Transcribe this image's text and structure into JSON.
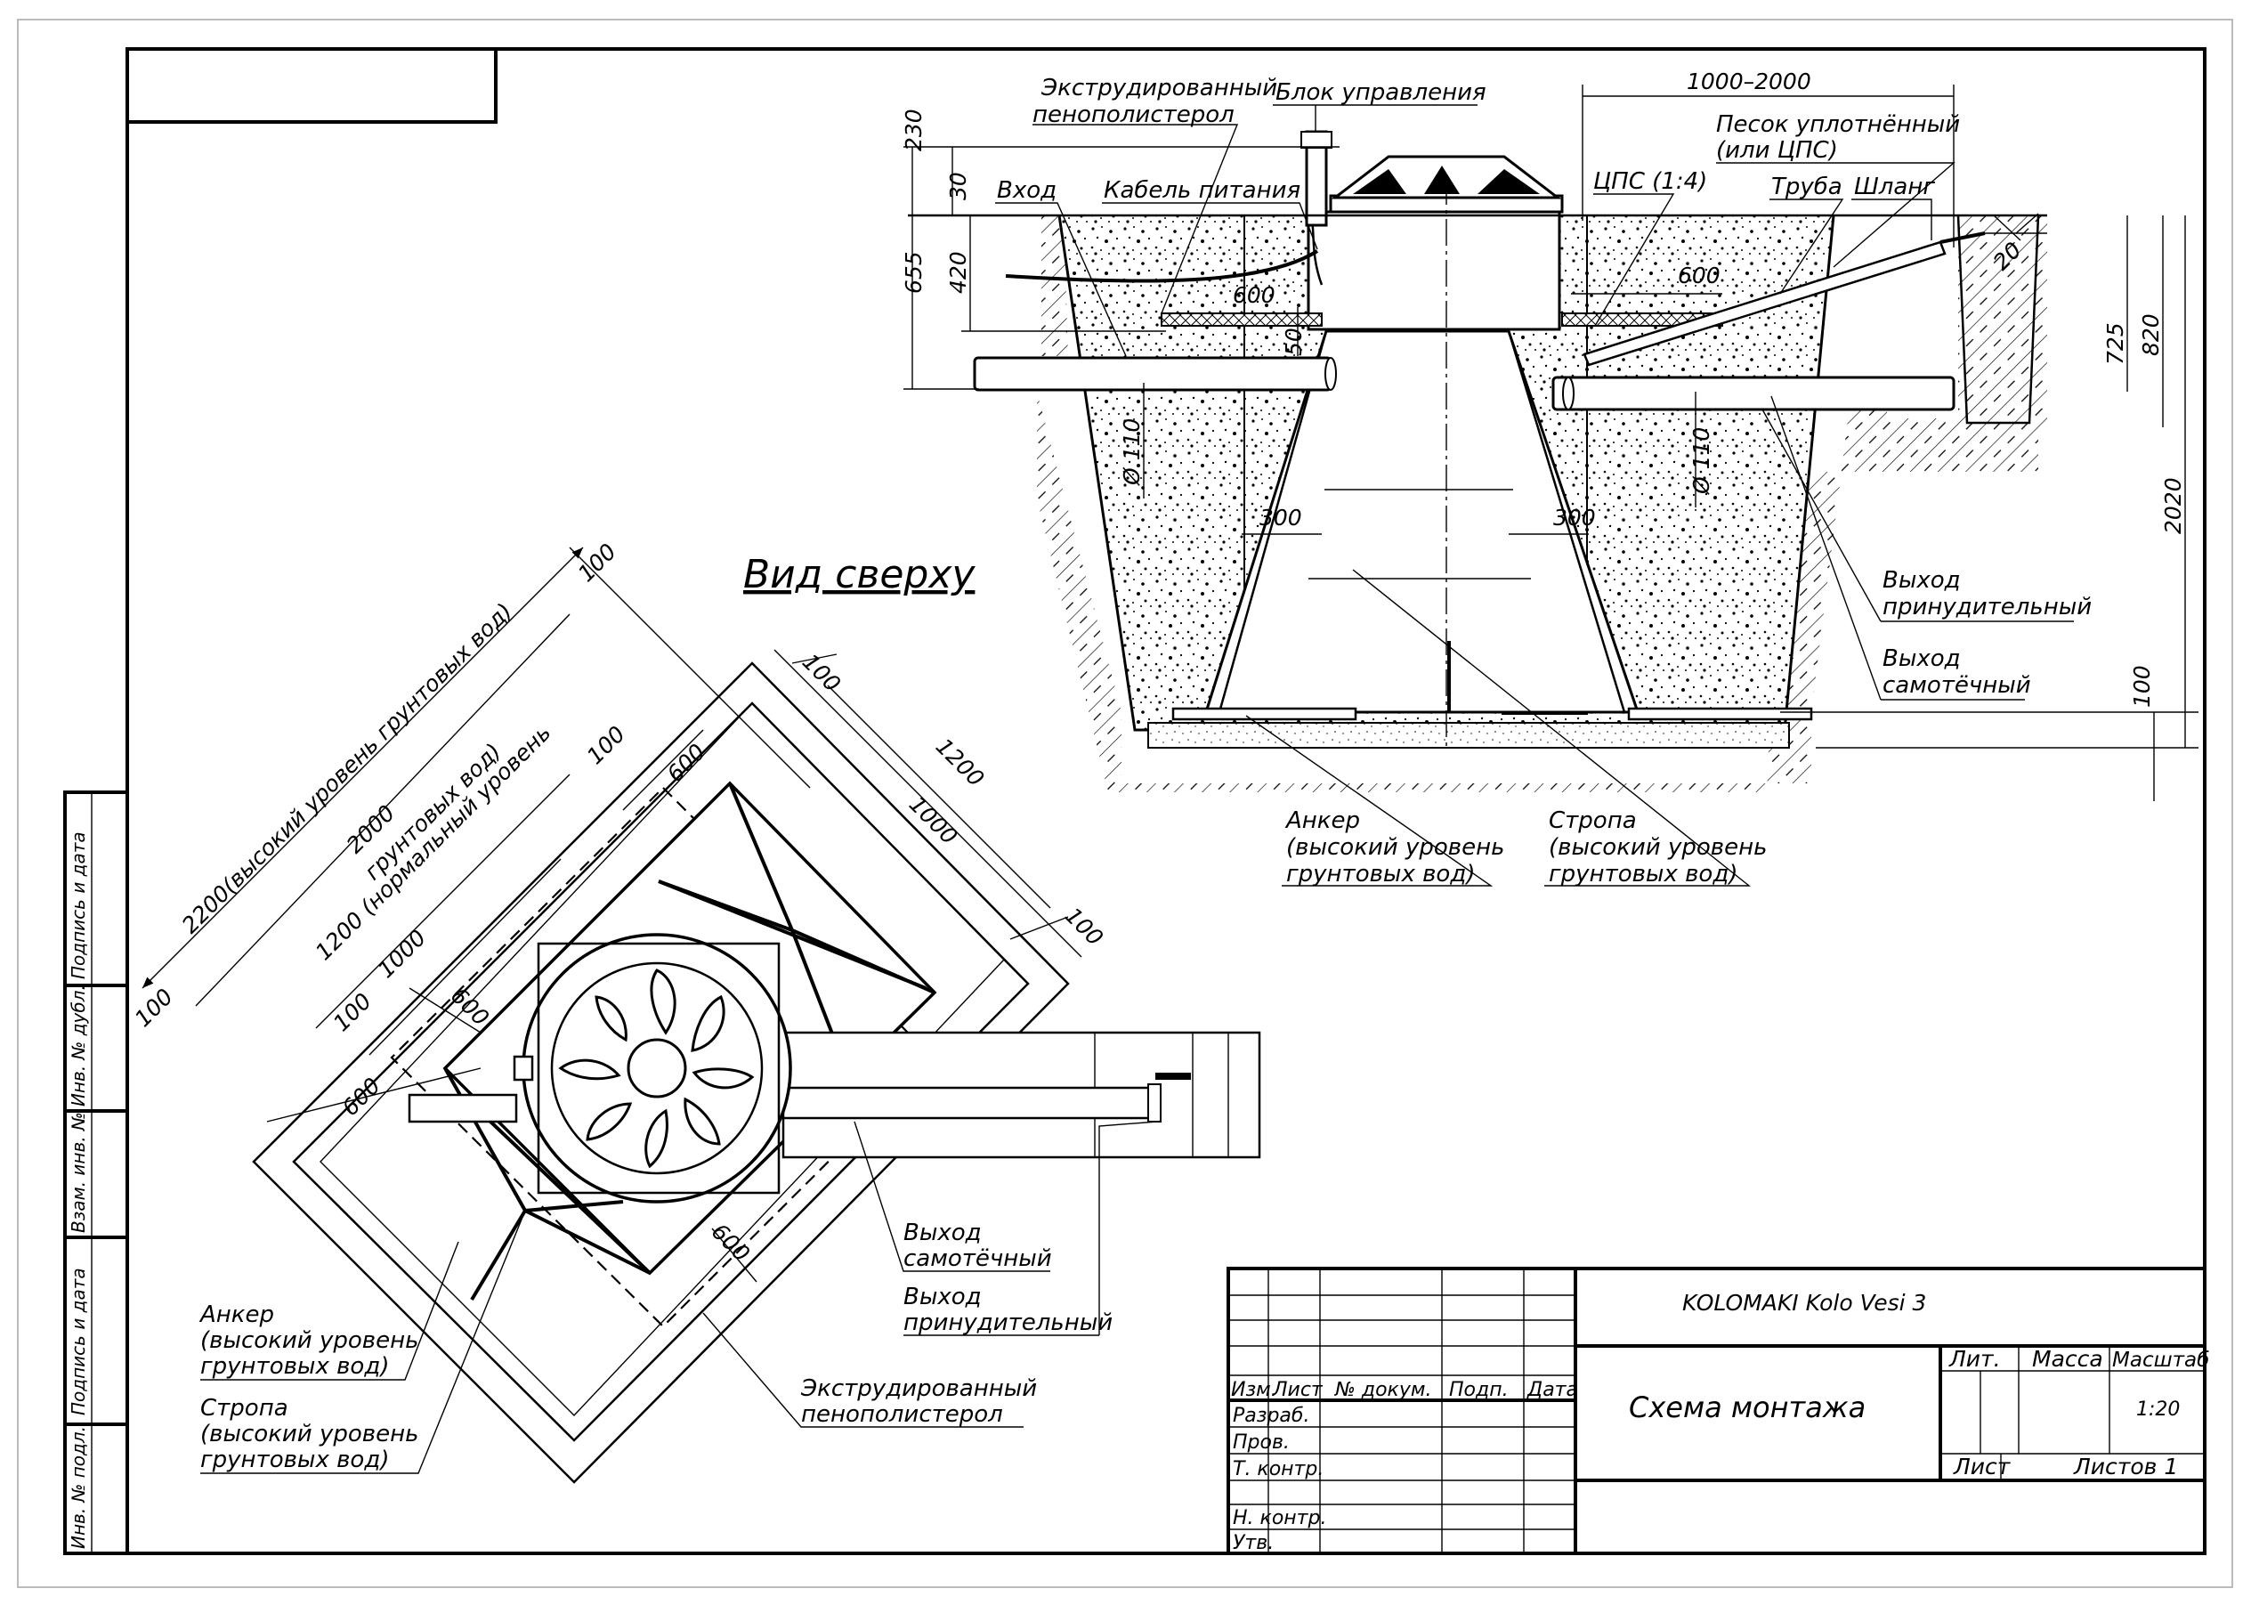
{
  "top_view_title": "Вид сверху",
  "section": {
    "labels": {
      "eps": [
        "Экструдированный",
        "пенополистерол"
      ],
      "control_block": "Блок управления",
      "inlet": "Вход",
      "power_cable": "Кабель питания",
      "sand": [
        "Песок уплотнённый",
        "(или ЦПС)"
      ],
      "cps": "ЦПС (1:4)",
      "pipe": "Труба",
      "hose": "Шланг",
      "forced_outlet": [
        "Выход",
        "принудительный"
      ],
      "gravity_outlet": [
        "Выход",
        "самотёчный"
      ],
      "anchor": [
        "Анкер",
        "(высокий уровень",
        "грунтовых вод)"
      ],
      "sling": [
        "Стропа",
        "(высокий уровень",
        "грунтовых вод)"
      ]
    },
    "dims": {
      "d230": "230",
      "d30": "30",
      "d655": "655",
      "d420": "420",
      "d600a": "600",
      "d50": "50",
      "d600b": "600",
      "d1000_2000": "1000–2000",
      "d20": "20",
      "d725": "725",
      "d820": "820",
      "d2020": "2020",
      "d100": "100",
      "d110a": "Ø 110",
      "d110b": "Ø 110",
      "d300a": "300",
      "d300b": "300"
    }
  },
  "top_view": {
    "labels": {
      "gravity_outlet": [
        "Выход",
        "самотёчный"
      ],
      "forced_outlet": [
        "Выход",
        "принудительный"
      ],
      "anchor": [
        "Анкер",
        "(высокий уровень",
        "грунтовых вод)"
      ],
      "sling": [
        "Стропа",
        "(высокий уровень",
        "грунтовых вод)"
      ],
      "eps": [
        "Экструдированный",
        "пенополистерол"
      ]
    },
    "dims": {
      "high_level": "2200(высокий уровень грунтовых вод)",
      "d2000": "2000",
      "normal_level": [
        "1200 (нормальный уровень",
        "грунтовых вод)"
      ],
      "d1000a": "1000",
      "d1200": "1200",
      "d1000b": "1000",
      "d100_1": "100",
      "d100_2": "100",
      "d100_3": "100",
      "d100_4": "100",
      "d100_5": "100",
      "d100_6": "100",
      "d600_1": "600",
      "d600_2": "600",
      "d600_3": "600",
      "d600_4": "600"
    }
  },
  "side_stamps": [
    "Инв. № подл.",
    "Подпись и дата",
    "Взам. инв. №",
    "Инв. № дубл.",
    "Подпись и дата"
  ],
  "title_block": {
    "product": "KOLOMAKI Kolo Vesi 3",
    "drawing_title": "Схема монтажа",
    "col_headers": [
      "Изм.",
      "Лист",
      "№ докум.",
      "Подп.",
      "Дата"
    ],
    "rows": [
      "Разраб.",
      "Пров.",
      "Т. контр.",
      "Н. контр.",
      "Утв."
    ],
    "lit": "Лит.",
    "mass": "Масса",
    "scale_label": "Масштаб",
    "scale": "1:20",
    "sheet": "Лист",
    "sheets": "Листов 1"
  }
}
